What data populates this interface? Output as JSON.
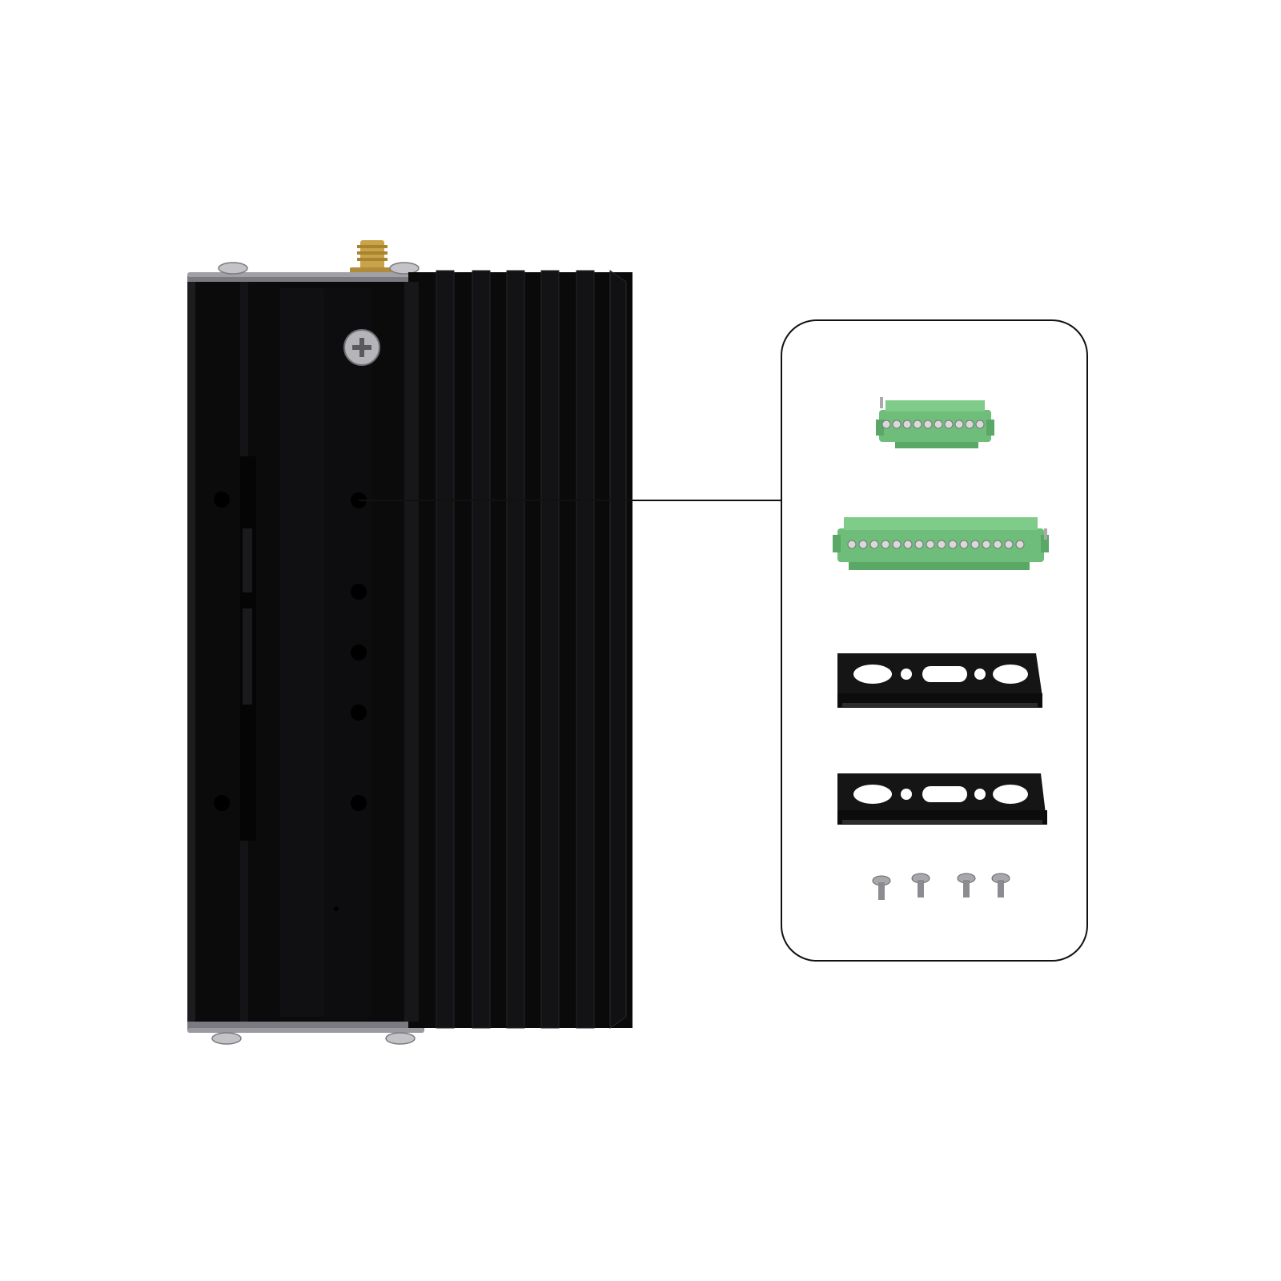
{
  "scene": {
    "background": "#ffffff",
    "device": {
      "body_color": "#0a0a0b",
      "fin_color": "#151517",
      "fin_edge_color": "#2a2a2d",
      "bracket_color": "#8c8c92",
      "antenna_color": "#c9a24a",
      "screw_color": "#b8b8bc"
    },
    "callout": {
      "line_color": "#111111",
      "border_color": "#111111",
      "items": [
        {
          "name": "terminal-block-10-pin",
          "pins": 10,
          "color": "#6fbd7a"
        },
        {
          "name": "terminal-block-16-pin",
          "pins": 16,
          "color": "#6fbd7a"
        },
        {
          "name": "din-rail-bracket",
          "color": "#151515"
        },
        {
          "name": "din-rail-bracket",
          "color": "#151515"
        },
        {
          "name": "mounting-screws",
          "count": 4,
          "color": "#9a9a9e"
        }
      ]
    }
  }
}
